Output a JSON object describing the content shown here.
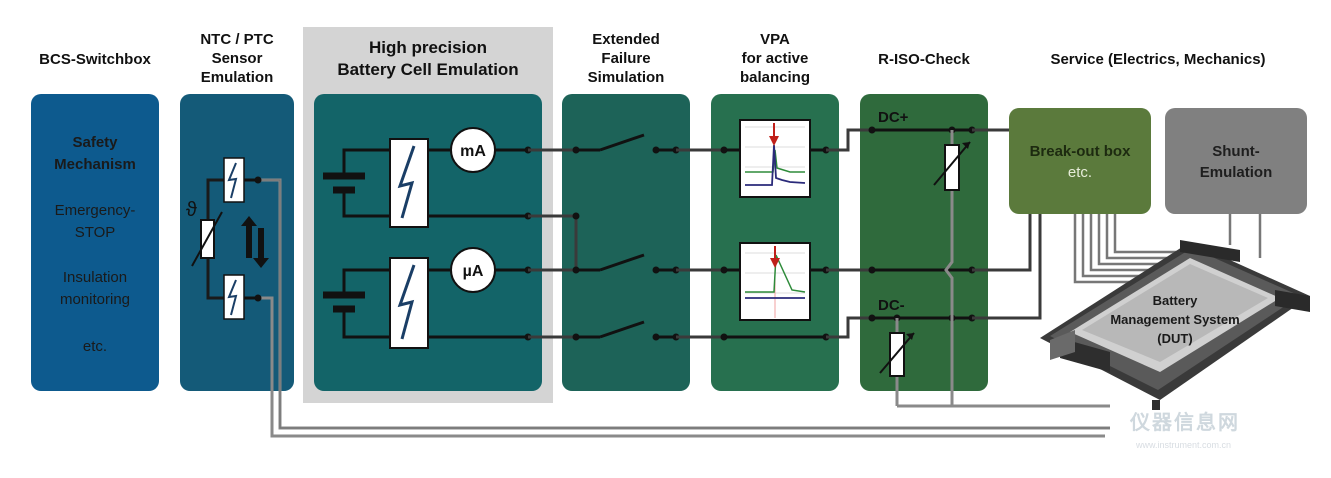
{
  "headers": {
    "bcs": "BCS-Switchbox",
    "ntc": [
      "NTC / PTC",
      "Sensor",
      "Emulation"
    ],
    "hp": [
      "High precision",
      "Battery Cell Emulation"
    ],
    "ext": [
      "Extended",
      "Failure",
      "Simulation"
    ],
    "vpa": [
      "VPA",
      "for active",
      "balancing"
    ],
    "riso": "R-ISO-Check",
    "service": "Service (Electrics, Mechanics)"
  },
  "bcs_panel": {
    "safety": [
      "Safety",
      "Mechanism"
    ],
    "estop": [
      "Emergency-",
      "STOP"
    ],
    "insulation": [
      "Insulation",
      "monitoring"
    ],
    "etc": "etc."
  },
  "ntc_panel": {
    "theta": "ϑ"
  },
  "hp_panel": {
    "meter_top": "mA",
    "meter_bottom": "µA"
  },
  "riso_panel": {
    "dc_plus": "DC+",
    "dc_minus": "DC-"
  },
  "breakout": {
    "title": "Break-out box",
    "sub": "etc."
  },
  "shunt": {
    "line1": "Shunt-",
    "line2": "Emulation"
  },
  "bms": {
    "line1": "Battery",
    "line2": "Management System",
    "line3": "(DUT)"
  },
  "watermark": {
    "text": "仪器信息网",
    "url": "www.instrument.com.cn"
  },
  "colors": {
    "wire": "#3a3a3a",
    "wire_gray": "#8a8a8a",
    "scope_green": "#2e8b3a",
    "scope_red": "#c0201a",
    "scope_blue": "#2a2a7a"
  }
}
